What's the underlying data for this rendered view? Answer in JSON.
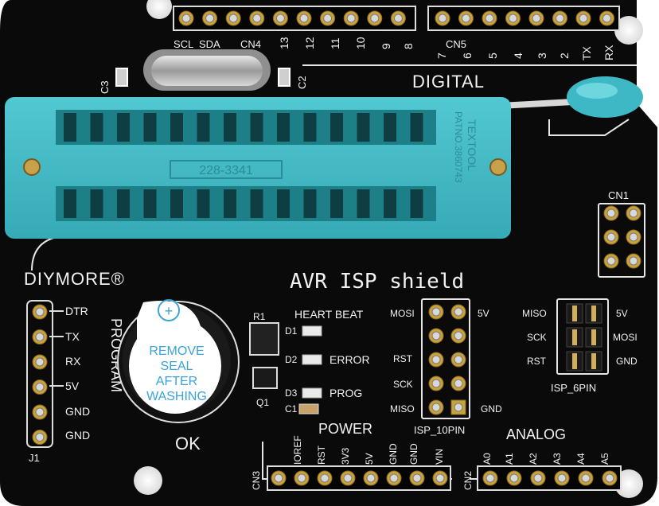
{
  "board": {
    "colors": {
      "pcb": "#0a0a0a",
      "silkscreen": "#f2f2f2",
      "zif_socket": "#3db8c4",
      "zif_shadow": "#2a8e98",
      "header_pin": "#b8b8b8",
      "gold_pad": "#c9a23c",
      "buzzer": "#111111",
      "buzzer_sticker": "#ffffff",
      "buzzer_text": "#3aa3d8"
    },
    "brand": "DIYMORE®",
    "title": "AVR ISP shield",
    "top_left_header": {
      "labels": [
        "SCL",
        "SDA",
        "CN4",
        "13",
        "12",
        "11",
        "10",
        "9",
        "8"
      ]
    },
    "top_right_header": {
      "labels": [
        "CN5",
        "7",
        "6",
        "5",
        "4",
        "3",
        "2",
        "TX",
        "RX"
      ]
    },
    "digital_label": "DIGITAL",
    "crystal": {
      "labels": [
        "C3",
        "C2"
      ]
    },
    "zif": {
      "part_number": "228-3341",
      "side_text_1": "TEXTOOL",
      "side_text_2": "PATNO.3860743"
    },
    "cn1_label": "CN1",
    "program_header": {
      "title": "PROGRAM",
      "ref": "J1",
      "pins": [
        "DTR",
        "TX",
        "RX",
        "5V",
        "GND",
        "GND"
      ]
    },
    "buzzer": {
      "symbol": "+",
      "sticker_lines": [
        "REMOVE",
        "SEAL",
        "AFTER",
        "WASHING"
      ],
      "ok_label": "OK"
    },
    "leds": {
      "r1": "R1",
      "heartbeat": {
        "ref": "D1",
        "label": "HEART BEAT"
      },
      "error": {
        "ref": "D2",
        "label": "ERROR"
      },
      "prog": {
        "ref": "D3",
        "label": "PROG"
      },
      "c1": "C1",
      "q1": "Q1"
    },
    "isp10": {
      "label": "ISP_10PIN",
      "left_labels": [
        "MOSI",
        "RST",
        "SCK",
        "MISO"
      ],
      "right_labels": [
        "5V",
        "GND"
      ]
    },
    "isp6": {
      "label": "ISP_6PIN",
      "left_labels": [
        "MISO",
        "SCK",
        "RST"
      ],
      "right_labels": [
        "5V",
        "MOSI",
        "GND"
      ]
    },
    "power": {
      "title": "POWER",
      "ref": "CN3",
      "labels": [
        "IOREF",
        "RST",
        "3V3",
        "5V",
        "GND",
        "GND",
        "VIN"
      ]
    },
    "analog": {
      "title": "ANALOG",
      "ref": "CN2",
      "labels": [
        "A0",
        "A1",
        "A2",
        "A3",
        "A4",
        "A5"
      ]
    }
  }
}
